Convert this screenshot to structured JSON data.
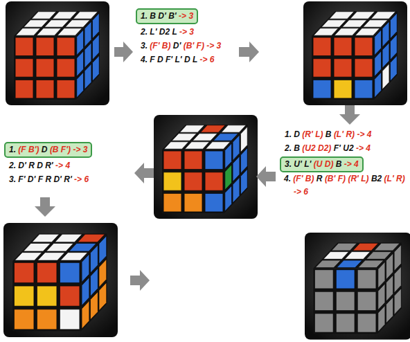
{
  "diagram": {
    "nodes": [
      {
        "text": [
          "1. B D' B' -> 3"
        ]
      },
      {
        "text": [
          "3. U' L' (U D) B -> 4"
        ]
      },
      {
        "text": [
          "1. (F B') D (B F') -> 3"
        ]
      }
    ],
    "labels": [
      "2. L' D2 L -> 3",
      "3. (F' B) D' (B' F) -> 3",
      "4. F D F' L' D L -> 6",
      "1. D (R' L) B (L' R) -> 4",
      "2. B (U2 D2) F' U2 -> 4",
      "4. (F' B) R (B' F) (R' L) B2 (L' R) -> 6",
      "2. D' R D R' -> 4",
      "3. F' D' F R D' R' -> 6"
    ]
  }
}
